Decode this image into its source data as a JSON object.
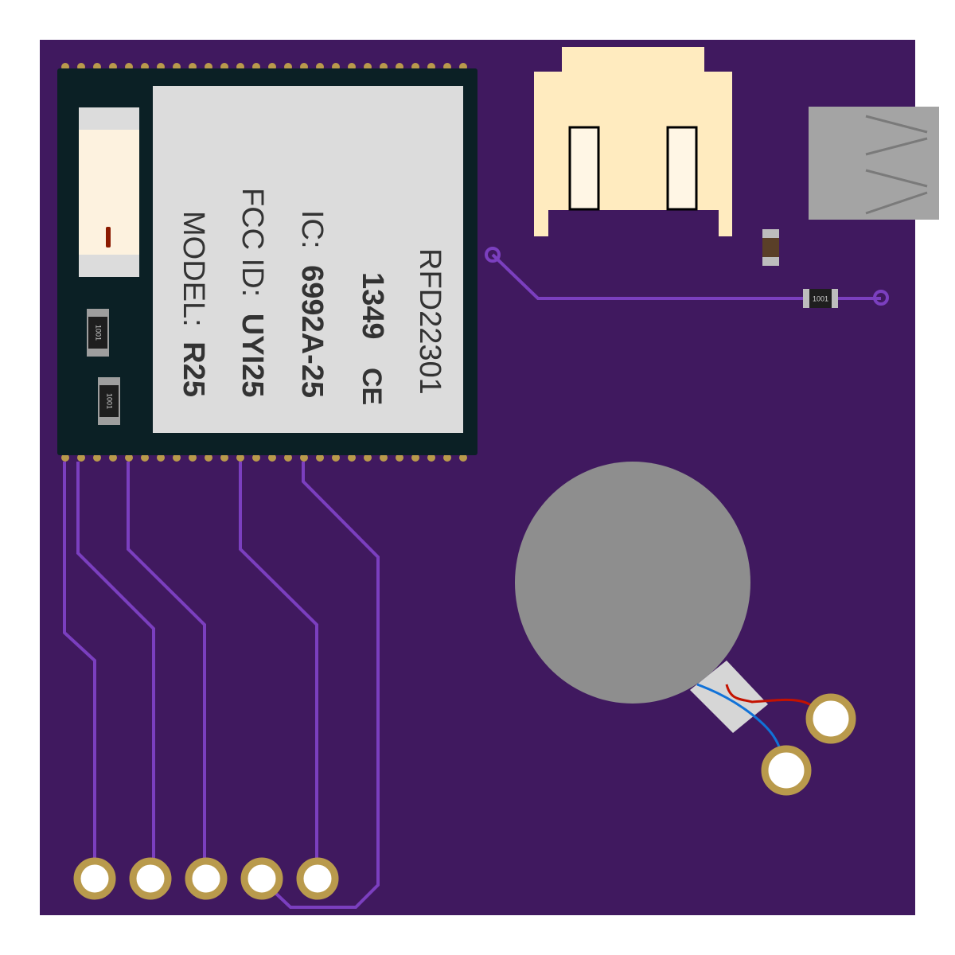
{
  "board": {
    "pcb_color": "#40195F",
    "trace_color": "#7B3FBF",
    "pad_gold": "#B99A4C"
  },
  "module": {
    "part_number": "RFD22301",
    "code": "1349",
    "ce_mark": "CE",
    "ic_label": "IC:",
    "ic_value": "6992A-25",
    "fcc_label": "FCC ID:",
    "fcc_value": "UYI25",
    "model_label": "MODEL:",
    "model_value": "R25"
  },
  "resistors": {
    "r1": "1001",
    "r2": "1001",
    "r3": "1001"
  },
  "icons": {
    "jst": "jst-connector-icon",
    "usb": "usb-connector-icon",
    "motor": "vibration-motor-icon",
    "capacitor": "capacitor-icon"
  }
}
